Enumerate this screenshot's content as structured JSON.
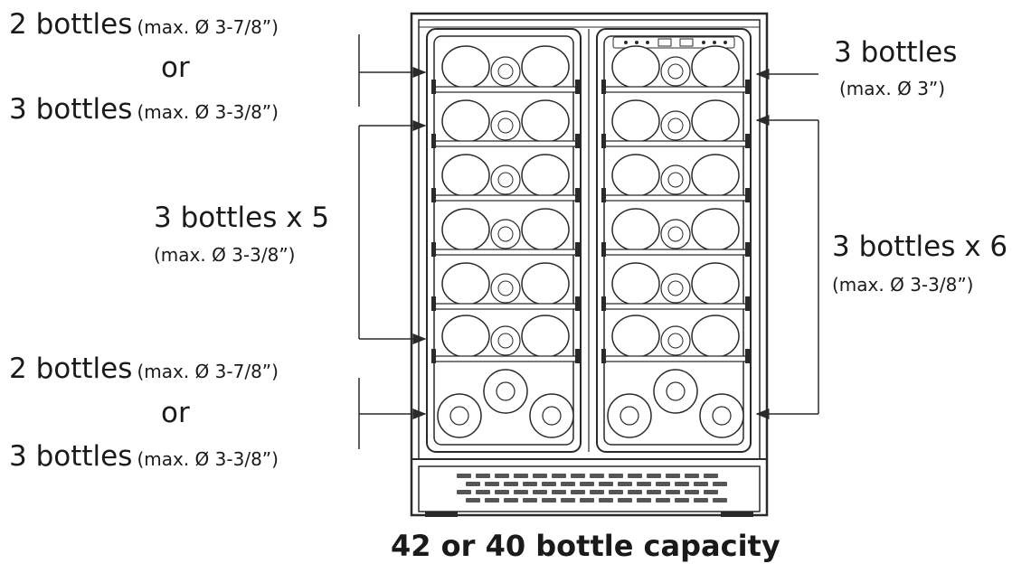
{
  "left_labels": {
    "top": {
      "line1_main": "2 bottles",
      "line1_sub": "(max. Ø 3-7/8”)",
      "or": "or",
      "line2_main": "3 bottles",
      "line2_sub": "(max. Ø 3-3/8”)"
    },
    "middle": {
      "main": "3 bottles x 5",
      "sub": "(max. Ø 3-3/8”)"
    },
    "bottom": {
      "line1_main": "2 bottles",
      "line1_sub": "(max. Ø 3-7/8”)",
      "or": "or",
      "line2_main": "3 bottles",
      "line2_sub": "(max. Ø 3-3/8”)"
    }
  },
  "right_labels": {
    "top": {
      "main": "3 bottles",
      "sub": "(max. Ø 3”)"
    },
    "middle": {
      "main": "3 bottles x 6",
      "sub": "(max. Ø 3-3/8”)"
    }
  },
  "caption": "42 or 40 bottle capacity",
  "colors": {
    "ink": "#1a1a1a",
    "line": "#2a2a2a",
    "grille": "#555555"
  }
}
